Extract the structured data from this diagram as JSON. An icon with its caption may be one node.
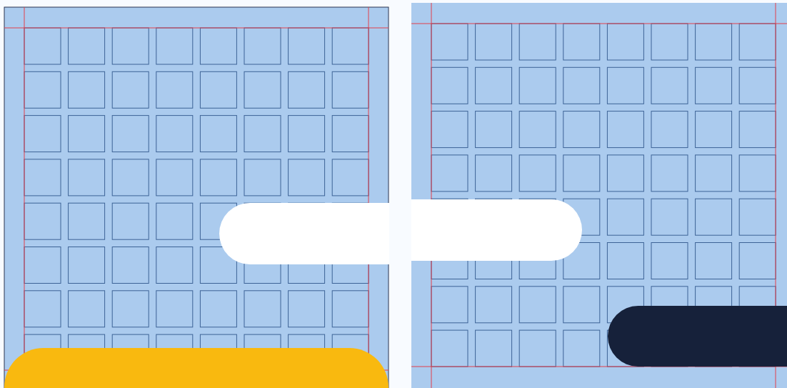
{
  "diagram": {
    "nodes": [
      {
        "text": [],
        "shape": "pill"
      },
      {
        "text": [],
        "shape": "pill"
      },
      {
        "text": [],
        "shape": "pill"
      },
      {
        "text": [],
        "shape": "pill"
      }
    ]
  }
}
